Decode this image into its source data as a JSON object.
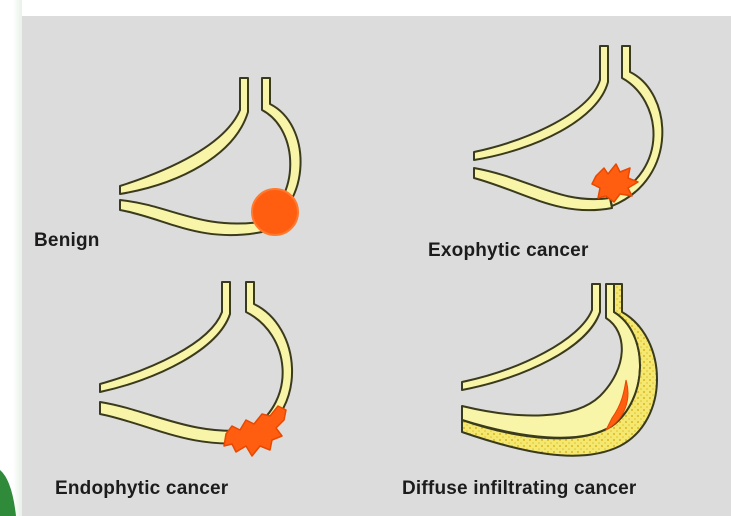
{
  "labels": {
    "benign": "Benign",
    "exophytic": "Exophytic cancer",
    "endophytic": "Endophytic cancer",
    "diffuse": "Diffuse infiltrating cancer"
  },
  "colors": {
    "background": "#dcdcdc",
    "stomach_fill": "#f8f4a8",
    "stomach_outline": "#3a3a1c",
    "lesion": "#ff5e10",
    "diffuse_infiltration": "#f5e870"
  }
}
